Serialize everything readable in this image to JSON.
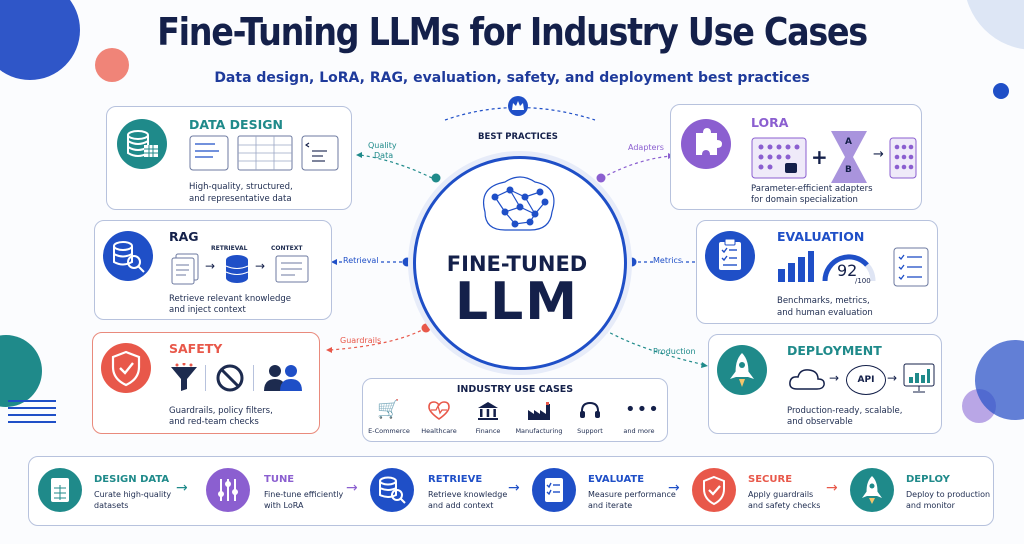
{
  "header": {
    "title": "Fine-Tuning LLMs for Industry Use Cases",
    "subtitle": "Data design, LoRA, RAG, evaluation, safety, and deployment best practices"
  },
  "center": {
    "best_practices": "BEST PRACTICES",
    "line1": "FINE-TUNED",
    "line2": "LLM"
  },
  "connectors": {
    "quality_data_1": "Quality",
    "quality_data_2": "Data",
    "adapters": "Adapters",
    "retrieval": "Retrieval",
    "metrics": "Metrics",
    "guardrails": "Guardrails",
    "production": "Production"
  },
  "cards": {
    "data_design": {
      "title": "DATA DESIGN",
      "desc1": "High-quality, structured,",
      "desc2": "and representative data"
    },
    "lora": {
      "title": "LORA",
      "desc1": "Parameter-efficient adapters",
      "desc2": "for domain specialization",
      "a": "A",
      "b": "B"
    },
    "rag": {
      "title": "RAG",
      "retrieval": "RETRIEVAL",
      "context": "CONTEXT",
      "desc1": "Retrieve relevant knowledge",
      "desc2": "and inject context"
    },
    "evaluation": {
      "title": "EVALUATION",
      "score": "92",
      "score_of": "/100",
      "desc1": "Benchmarks, metrics,",
      "desc2": "and human evaluation"
    },
    "safety": {
      "title": "SAFETY",
      "desc1": "Guardrails, policy filters,",
      "desc2": "and red-team checks"
    },
    "deployment": {
      "title": "DEPLOYMENT",
      "api": "API",
      "desc1": "Production-ready, scalable,",
      "desc2": "and observable"
    }
  },
  "industry": {
    "title": "INDUSTRY USE CASES",
    "items": [
      "E-Commerce",
      "Healthcare",
      "Finance",
      "Manufacturing",
      "Support",
      "and more"
    ]
  },
  "steps": [
    {
      "title": "DESIGN DATA",
      "desc1": "Curate high-quality",
      "desc2": "datasets",
      "color": "#1f8a8a"
    },
    {
      "title": "TUNE",
      "desc1": "Fine-tune efficiently",
      "desc2": "with LoRA",
      "color": "#8b5fd0"
    },
    {
      "title": "RETRIEVE",
      "desc1": "Retrieve knowledge",
      "desc2": "and add context",
      "color": "#1f4fc7"
    },
    {
      "title": "EVALUATE",
      "desc1": "Measure performance",
      "desc2": "and iterate",
      "color": "#1f4fc7"
    },
    {
      "title": "SECURE",
      "desc1": "Apply guardrails",
      "desc2": "and safety checks",
      "color": "#e8584a"
    },
    {
      "title": "DEPLOY",
      "desc1": "Deploy to production",
      "desc2": "and monitor",
      "color": "#1f8a8a"
    }
  ],
  "colors": {
    "navy": "#14204a",
    "blue": "#1f4fc7",
    "teal": "#1f8a8a",
    "purple": "#8b5fd0",
    "red": "#e8584a"
  }
}
